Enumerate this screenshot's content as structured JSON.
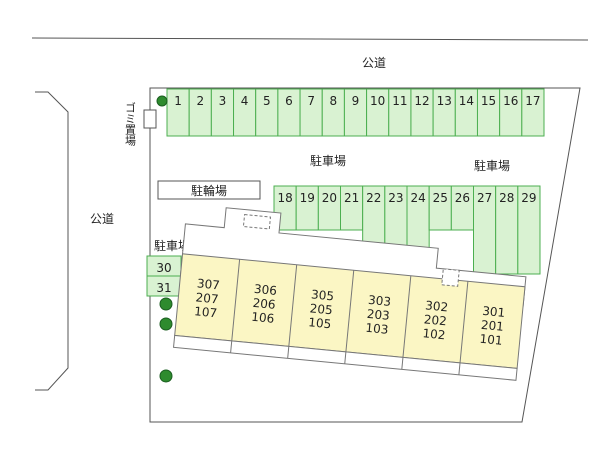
{
  "road_top": "公道",
  "road_left": "公道",
  "garbage_label": "ゴミ置場",
  "bicycle_label": "駐輪場",
  "parking_labels": [
    "駐車場",
    "駐車場",
    "駐車場"
  ],
  "parking_row1": [
    "1",
    "2",
    "3",
    "4",
    "5",
    "6",
    "7",
    "8",
    "9",
    "10",
    "11",
    "12",
    "13",
    "14",
    "15",
    "16",
    "17"
  ],
  "parking_row2": [
    "18",
    "19",
    "20",
    "21",
    "22",
    "23",
    "24",
    "25",
    "26",
    "27",
    "28",
    "29"
  ],
  "parking_side": [
    "30",
    "31"
  ],
  "units": [
    [
      "307",
      "207",
      "107"
    ],
    [
      "306",
      "206",
      "106"
    ],
    [
      "305",
      "205",
      "105"
    ],
    [
      "303",
      "203",
      "103"
    ],
    [
      "302",
      "202",
      "102"
    ],
    [
      "301",
      "201",
      "101"
    ]
  ],
  "colors": {
    "parking_fill": "#d9f2d2",
    "parking_stroke": "#4caf50",
    "building_fill": "#fbf6c4",
    "tree": "#2e8b2e",
    "line": "#555555"
  }
}
